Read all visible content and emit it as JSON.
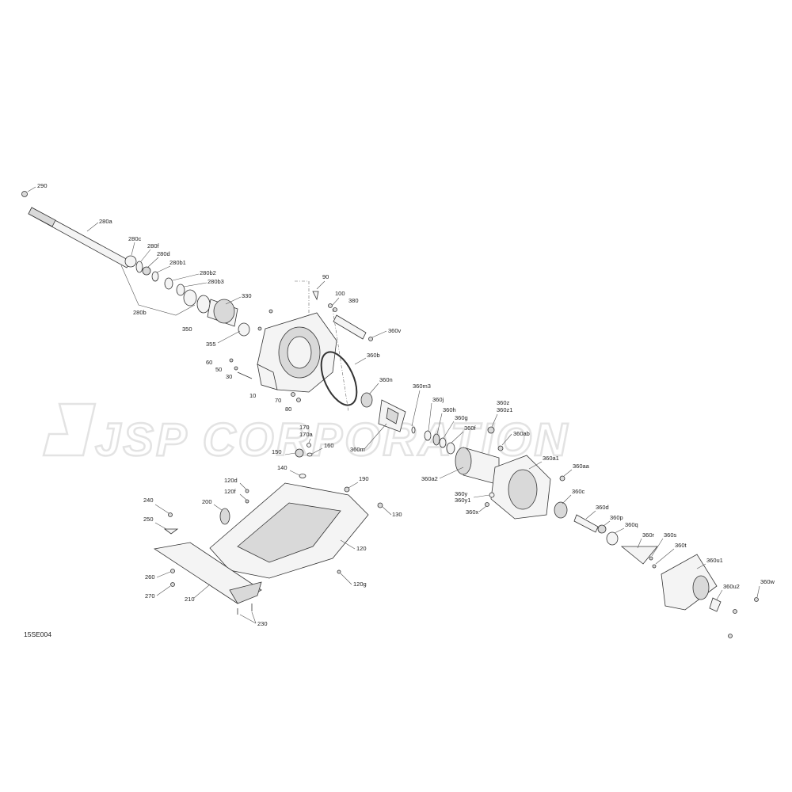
{
  "figure_id": "15SE004",
  "watermark": "JSP CORPORATION",
  "callouts": [
    {
      "id": "c290",
      "text": "290"
    },
    {
      "id": "c280a",
      "text": "280a"
    },
    {
      "id": "c280c",
      "text": "280c"
    },
    {
      "id": "c280f",
      "text": "280f"
    },
    {
      "id": "c280d",
      "text": "280d"
    },
    {
      "id": "c280b1",
      "text": "280b1"
    },
    {
      "id": "c280b2",
      "text": "280b2"
    },
    {
      "id": "c280b3",
      "text": "280b3"
    },
    {
      "id": "c280b",
      "text": "280b"
    },
    {
      "id": "c350",
      "text": "350"
    },
    {
      "id": "c330",
      "text": "330"
    },
    {
      "id": "c355",
      "text": "355"
    },
    {
      "id": "c60",
      "text": "60"
    },
    {
      "id": "c50",
      "text": "50"
    },
    {
      "id": "c30",
      "text": "30"
    },
    {
      "id": "c10",
      "text": "10"
    },
    {
      "id": "c70",
      "text": "70"
    },
    {
      "id": "c80",
      "text": "80"
    },
    {
      "id": "c90",
      "text": "90"
    },
    {
      "id": "c100",
      "text": "100"
    },
    {
      "id": "c380",
      "text": "380"
    },
    {
      "id": "c360v",
      "text": "360v"
    },
    {
      "id": "c360b",
      "text": "360b"
    },
    {
      "id": "c360n",
      "text": "360n"
    },
    {
      "id": "c360m3",
      "text": "360m3"
    },
    {
      "id": "c360j",
      "text": "360j"
    },
    {
      "id": "c360h",
      "text": "360h"
    },
    {
      "id": "c360g",
      "text": "360g"
    },
    {
      "id": "c360f",
      "text": "360f"
    },
    {
      "id": "c360m",
      "text": "360m"
    },
    {
      "id": "c360z",
      "text": "360z"
    },
    {
      "id": "c360z1",
      "text": "360z1"
    },
    {
      "id": "c360ab",
      "text": "360ab"
    },
    {
      "id": "c360a1",
      "text": "360a1"
    },
    {
      "id": "c360aa",
      "text": "360aa"
    },
    {
      "id": "c360a2",
      "text": "360a2"
    },
    {
      "id": "c360y",
      "text": "360y"
    },
    {
      "id": "c360y1",
      "text": "360y1"
    },
    {
      "id": "c360x",
      "text": "360x"
    },
    {
      "id": "c360c",
      "text": "360c"
    },
    {
      "id": "c360d",
      "text": "360d"
    },
    {
      "id": "c360p",
      "text": "360p"
    },
    {
      "id": "c360q",
      "text": "360q"
    },
    {
      "id": "c360r",
      "text": "360r"
    },
    {
      "id": "c360s",
      "text": "360s"
    },
    {
      "id": "c360t",
      "text": "360t"
    },
    {
      "id": "c360u1",
      "text": "360u1"
    },
    {
      "id": "c360u2",
      "text": "360u2"
    },
    {
      "id": "c360w",
      "text": "360w"
    },
    {
      "id": "c170",
      "text": "170"
    },
    {
      "id": "c170a",
      "text": "170a"
    },
    {
      "id": "c160",
      "text": "160"
    },
    {
      "id": "c150",
      "text": "150"
    },
    {
      "id": "c140",
      "text": "140"
    },
    {
      "id": "c190",
      "text": "190"
    },
    {
      "id": "c120d",
      "text": "120d"
    },
    {
      "id": "c120f",
      "text": "120f"
    },
    {
      "id": "c200",
      "text": "200"
    },
    {
      "id": "c130",
      "text": "130"
    },
    {
      "id": "c120",
      "text": "120"
    },
    {
      "id": "c120g",
      "text": "120g"
    },
    {
      "id": "c240",
      "text": "240"
    },
    {
      "id": "c250",
      "text": "250"
    },
    {
      "id": "c260",
      "text": "260"
    },
    {
      "id": "c270",
      "text": "270"
    },
    {
      "id": "c210",
      "text": "210"
    },
    {
      "id": "c230",
      "text": "230"
    }
  ]
}
